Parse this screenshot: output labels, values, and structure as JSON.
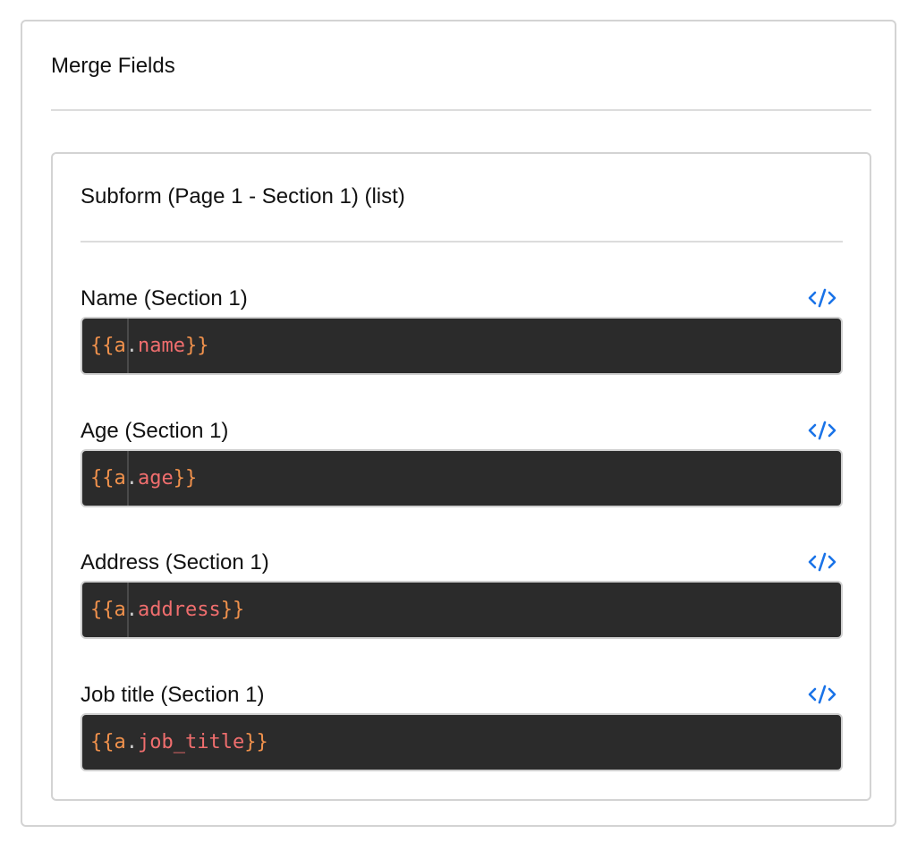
{
  "outer_card": {
    "title": "Merge Fields"
  },
  "subform": {
    "title": "Subform (Page 1 - Section 1) (list)",
    "fields": [
      {
        "label": "Name (Section 1)",
        "code_open": "{{",
        "code_var": "a",
        "code_dot": ".",
        "code_prop": "name",
        "code_close": "}}",
        "toggle_icon": "code-icon"
      },
      {
        "label": "Age (Section 1)",
        "code_open": "{{",
        "code_var": "a",
        "code_dot": ".",
        "code_prop": "age",
        "code_close": "}}",
        "toggle_icon": "code-icon"
      },
      {
        "label": "Address (Section 1)",
        "code_open": "{{",
        "code_var": "a",
        "code_dot": ".",
        "code_prop": "address",
        "code_close": "}}",
        "toggle_icon": "code-icon"
      },
      {
        "label": "Job title (Section 1)",
        "code_open": "{{",
        "code_var": "a",
        "code_dot": ".",
        "code_prop": "job_title",
        "code_close": "}}",
        "toggle_icon": "code-icon"
      }
    ]
  },
  "colors": {
    "accent_icon": "#1a73e8",
    "code_background": "#2b2b2b",
    "code_braces": "#f0914c",
    "code_property": "#f06e6e"
  }
}
